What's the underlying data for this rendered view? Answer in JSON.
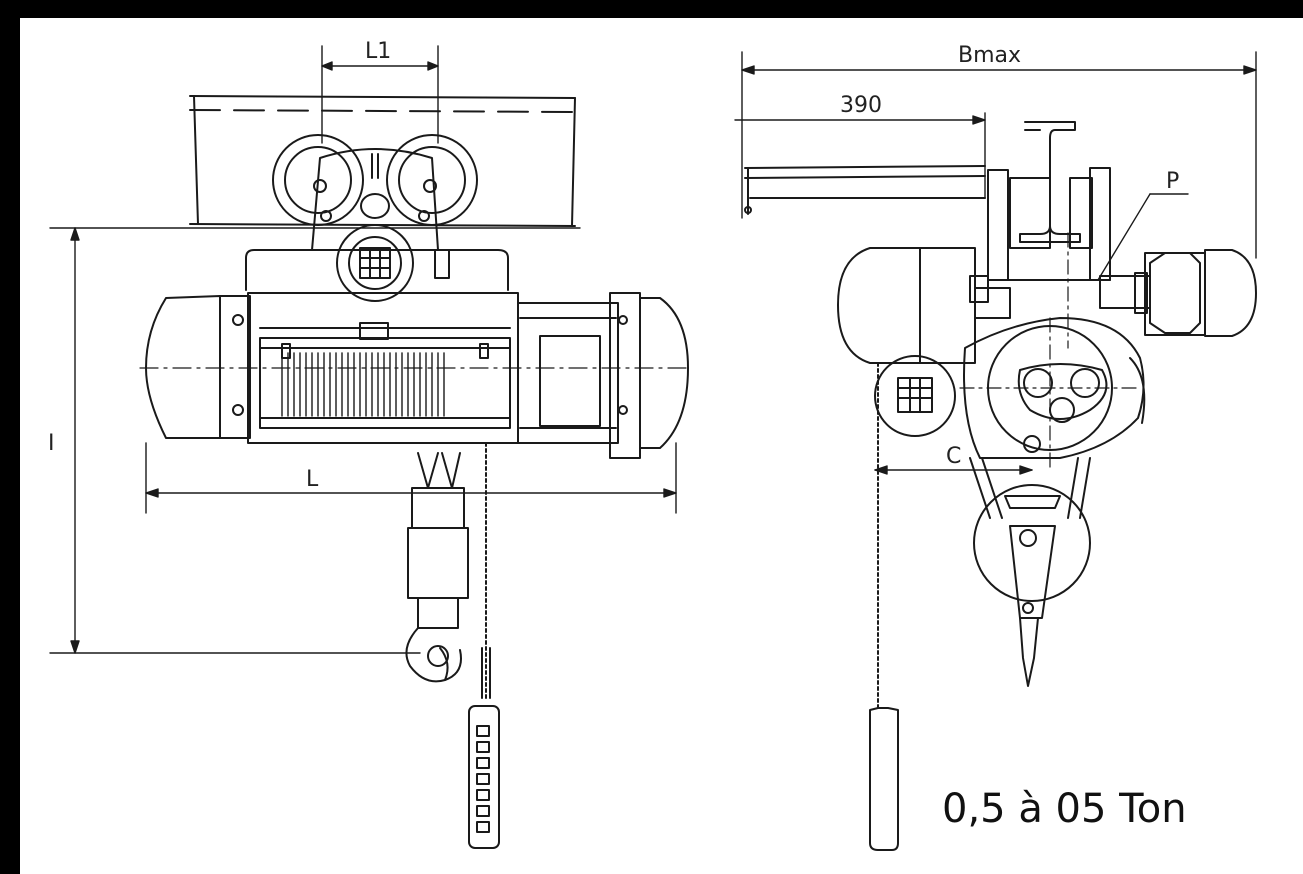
{
  "labels": {
    "l1": "L1",
    "l": "L",
    "h": "I",
    "bmax": "Bmax",
    "dim390": "390",
    "p": "P",
    "c": "C"
  },
  "caption": "0,5 à 05 Ton"
}
